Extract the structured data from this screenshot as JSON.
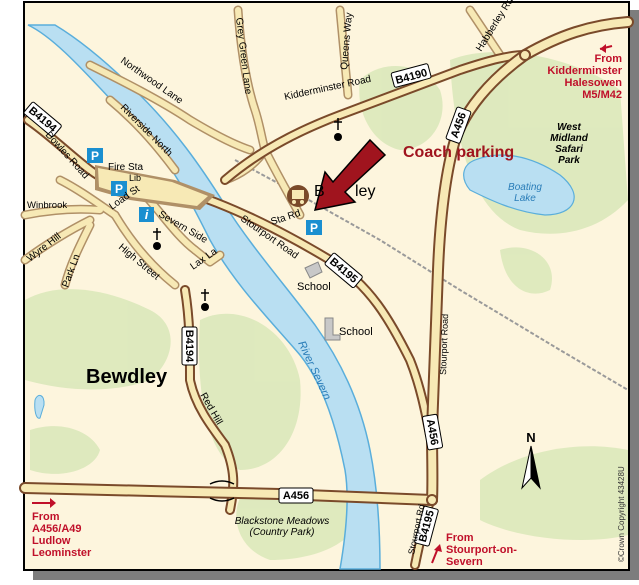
{
  "title": "Coach parking",
  "town": {
    "label": "Bewdley",
    "station_label_left": "B",
    "station_label_right": "ley"
  },
  "roads": [
    {
      "id": "b4190",
      "name": "Kidderminster Road",
      "number": "B4190"
    },
    {
      "id": "a456-bypass",
      "number": "A456",
      "name": "Stourport Road"
    },
    {
      "id": "a456-south",
      "number": "A456"
    },
    {
      "id": "b4195",
      "name": "Stourport Road",
      "number": "B4195"
    },
    {
      "id": "b4194-west",
      "number": "B4194",
      "name": "Dowles Road"
    },
    {
      "id": "b4194-south",
      "number": "B4194",
      "name": "Red Hill"
    },
    {
      "id": "b4195-south",
      "number": "B4195",
      "name": "Stourport Rd"
    }
  ],
  "labels": {
    "northwood_lane": "Northwood Lane",
    "grey_green_lane": "Grey Green Lane",
    "queens_way": "Queens Way",
    "habberley_rd": "Habberley Rd",
    "riverside_north": "Riverside North",
    "fire_sta": "Fire Sta",
    "lib": "Lib",
    "load_st": "Load St",
    "winbrook": "Winbrook",
    "wyre_hill": "Wyre Hill",
    "park_ln": "Park Ln",
    "severn_side": "Severn Side",
    "high_street": "High Street",
    "lax_la": "Lax La",
    "sta_rd": "Sta Rd",
    "school_1": "School",
    "school_2": "School",
    "river": "River Severn",
    "safari_1": "West",
    "safari_2": "Midland",
    "safari_3": "Safari",
    "safari_4": "Park",
    "lake_1": "Boating",
    "lake_2": "Lake",
    "blackstone_1": "Blackstone Meadows",
    "blackstone_2": "(Country Park)",
    "copyright": "©Crown Copyright 43428U",
    "north": "N"
  },
  "directions": {
    "ne": [
      "From",
      "Kidderminster",
      "Halesowen",
      "M5/M42"
    ],
    "sw": [
      "From",
      "A456/A49",
      "Ludlow",
      "Leominster"
    ],
    "se": [
      "From",
      "Stourport-on-",
      "Severn"
    ]
  },
  "colors": {
    "background": "#fdf5dd",
    "land_green": "#d9e7b9",
    "water": "#b9dff2",
    "water_edge": "#5aaedb",
    "road_major": "#7a4a2a",
    "road_minor": "#b09067",
    "road_fill": "#f7e9b5",
    "label_red": "#c0102a",
    "arrow_red": "#a0141e",
    "parking_blue": "#1a8fd0"
  },
  "icons": [
    "parking-icon",
    "church-icon",
    "info-icon",
    "railway-station-icon",
    "north-arrow-icon",
    "direction-arrow-icon"
  ]
}
